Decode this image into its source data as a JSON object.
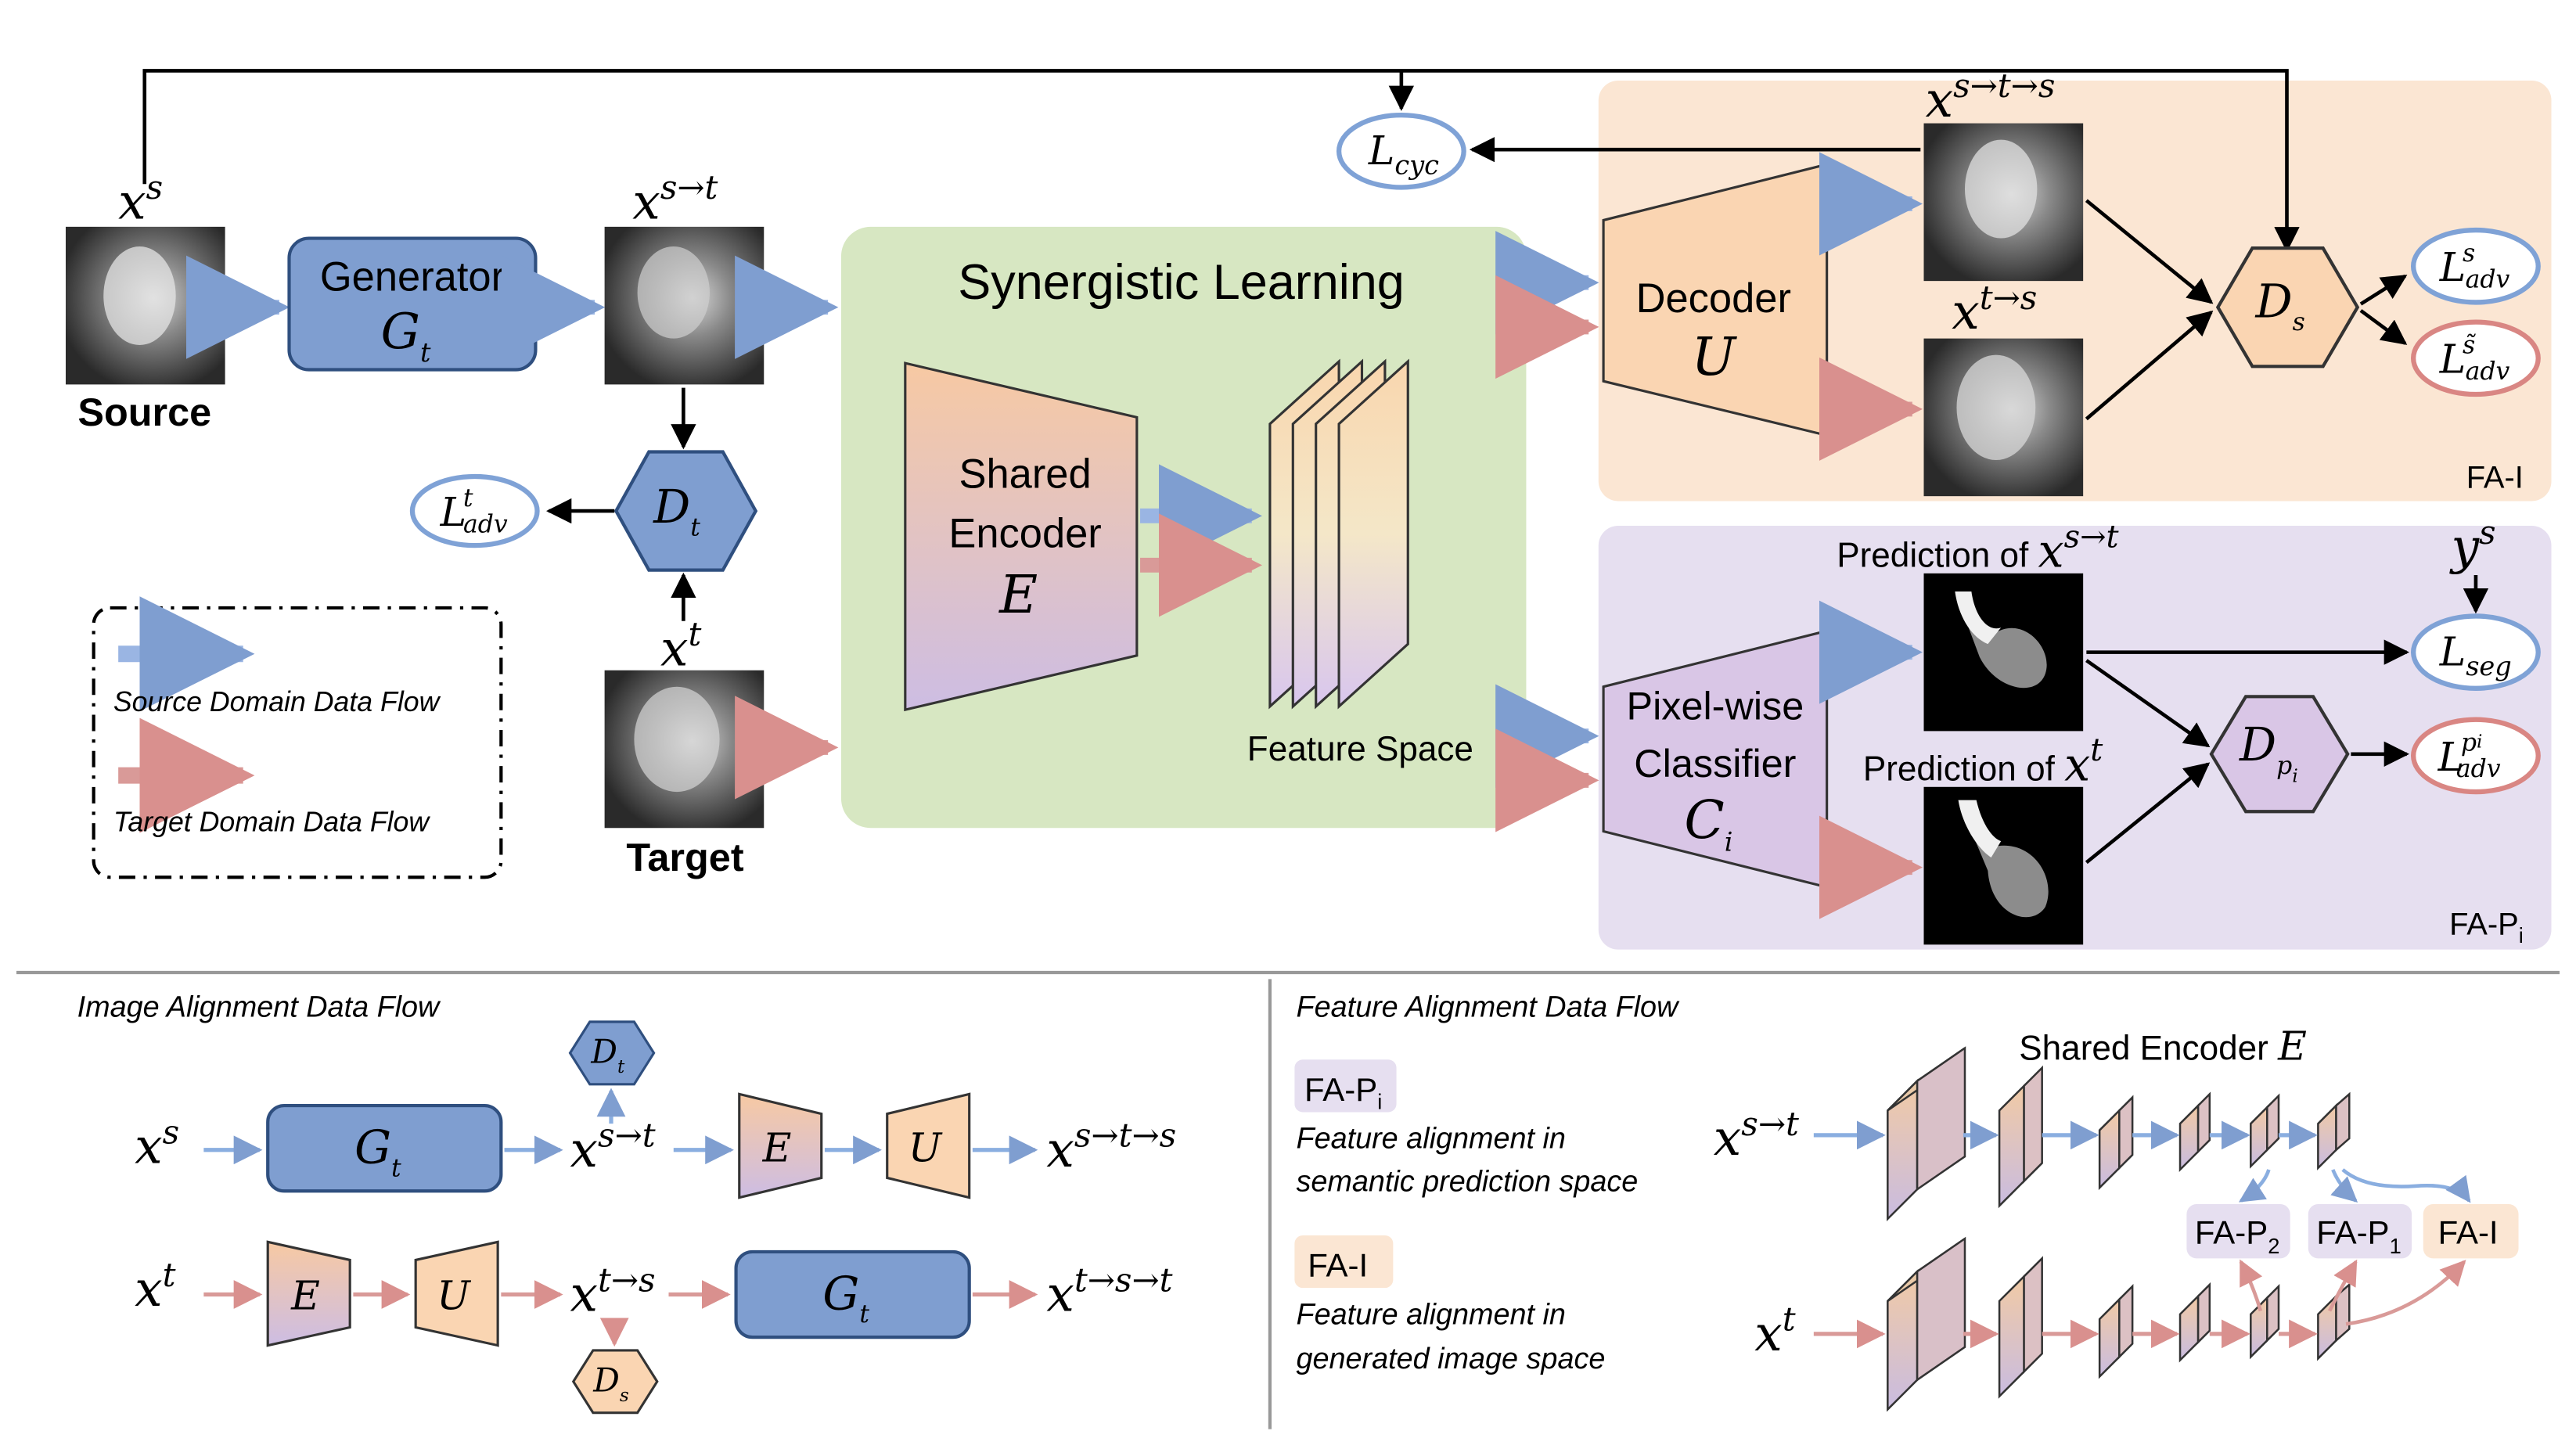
{
  "colors": {
    "blue_fill": "#7f9ed0",
    "blue_stroke": "#2f4f7f",
    "blue_arrow": "#9ab5e3",
    "red_arrow": "#d99a98",
    "fa_i_bg": "#fbe6d3",
    "fa_p_bg": "#e6dff0",
    "synergy_bg": "#d7e7c2",
    "orange_box": "#fad5b2",
    "purple_box": "#d9c6e6",
    "loss_blue": "#7fa2d6",
    "loss_red": "#d98683"
  },
  "top": {
    "source_label": "Source",
    "target_label": "Target",
    "xs": "x",
    "xs_sup": "s",
    "xst": "x",
    "xst_sup": "s→t",
    "xt": "x",
    "xt_sup": "t",
    "xsts": "x",
    "xsts_sup": "s→t→s",
    "xts": "x",
    "xts_sup": "t→s",
    "generator_line1": "Generator",
    "generator_sym": "G",
    "generator_sub": "t",
    "dt_sym": "D",
    "dt_sub": "t",
    "ds_sym": "D",
    "ds_sub": "s",
    "dp_sym": "D",
    "dp_sub": "p",
    "dp_subsub": "i",
    "synergy_title": "Synergistic Learning",
    "encoder_l1": "Shared",
    "encoder_l2": "Encoder",
    "encoder_sym": "E",
    "feature_space": "Feature Space",
    "decoder_l1": "Decoder",
    "decoder_sym": "U",
    "classifier_l1": "Pixel-wise",
    "classifier_l2": "Classifier",
    "classifier_sym": "C",
    "classifier_sub": "i",
    "pred_xst": "Prediction of ",
    "pred_xt": "Prediction of ",
    "fa_i": "FA-I",
    "fa_p": "FA-P",
    "fa_p_sub": "i",
    "ys": "y",
    "ys_sup": "s",
    "l_cyc": "L",
    "l_cyc_sub": "cyc",
    "l_adv_t": "L",
    "l_adv_t_sup": "t",
    "l_adv_s": "L",
    "l_adv_s_sup": "s",
    "l_adv_stilde": "L",
    "l_adv_stilde_sup": "s̃",
    "l_seg": "L",
    "l_seg_sub": "seg",
    "l_adv_p": "L",
    "l_adv_p_sup": "p",
    "l_adv_sub": "adv",
    "legend_source": "Source Domain Data Flow",
    "legend_target": "Target Domain Data Flow"
  },
  "bottom_left": {
    "title": "Image Alignment Data Flow",
    "row1_start": "x",
    "row1_start_sup": "s",
    "row1_mid": "x",
    "row1_mid_sup": "s→t",
    "row1_end": "x",
    "row1_end_sup": "s→t→s",
    "row2_start": "x",
    "row2_start_sup": "t",
    "row2_mid": "x",
    "row2_mid_sup": "t→s",
    "row2_end": "x",
    "row2_end_sup": "t→s→t",
    "g": "G",
    "g_sub": "t",
    "e": "E",
    "u": "U",
    "dt": "D",
    "dt_sub": "t",
    "ds": "D",
    "ds_sub": "s"
  },
  "bottom_right": {
    "title": "Feature Alignment Data Flow",
    "fa_p_tag": "FA-P",
    "fa_p_tag_sub": "i",
    "fa_p_desc1": "Feature alignment in",
    "fa_p_desc2": "semantic prediction space",
    "fa_i_tag": "FA-I",
    "fa_i_desc1": "Feature alignment in",
    "fa_i_desc2": "generated image space",
    "enc_title": "Shared Encoder ",
    "enc_sym": "E",
    "in1": "x",
    "in1_sup": "s→t",
    "in2": "x",
    "in2_sup": "t",
    "fa_p2": "FA-P",
    "fa_p2_sub": "2",
    "fa_p1": "FA-P",
    "fa_p1_sub": "1",
    "fa_i": "FA-I"
  }
}
